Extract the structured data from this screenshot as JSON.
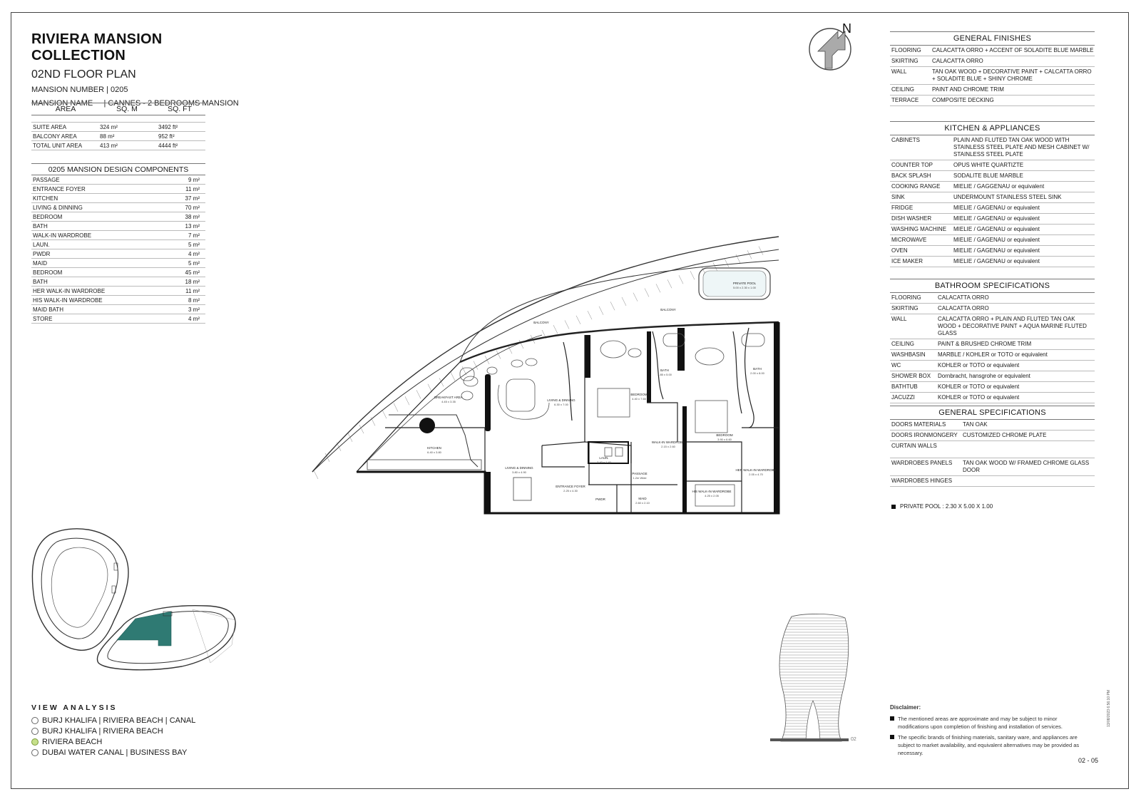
{
  "header": {
    "title": "RIVIERA MANSION COLLECTION",
    "floor": "02ND FLOOR PLAN",
    "mansion_number": "MANSION NUMBER | 0205",
    "mansion_name": "MANSION NAME     | CANNES - 2 BEDROOMS MANSION"
  },
  "area_table": {
    "headers": [
      "AREA",
      "SQ. M",
      "SQ. FT"
    ],
    "rows": [
      [
        "SUITE AREA",
        "324 m²",
        "3492 ft²"
      ],
      [
        "BALCONY AREA",
        "88 m²",
        "952 ft²"
      ],
      [
        "TOTAL UNIT AREA",
        "413 m²",
        "4444 ft²"
      ]
    ]
  },
  "components": {
    "title": "0205 MANSION DESIGN COMPONENTS",
    "rows": [
      [
        "PASSAGE",
        "9 m²"
      ],
      [
        "ENTRANCE FOYER",
        "11 m²"
      ],
      [
        "KITCHEN",
        "37 m²"
      ],
      [
        "LIVING & DINNING",
        "70 m²"
      ],
      [
        "BEDROOM",
        "38 m²"
      ],
      [
        "BATH",
        "13 m²"
      ],
      [
        "WALK-IN WARDROBE",
        "7 m²"
      ],
      [
        "LAUN.",
        "5 m²"
      ],
      [
        "PWDR",
        "4 m²"
      ],
      [
        "MAID",
        "5 m²"
      ],
      [
        "BEDROOM",
        "45 m²"
      ],
      [
        "BATH",
        "18 m²"
      ],
      [
        "HER WALK-IN WARDROBE",
        "11 m²"
      ],
      [
        "HIS WALK-IN WARDROBE",
        "8 m²"
      ],
      [
        "MAID BATH",
        "3 m²"
      ],
      [
        "STORE",
        "4 m²"
      ]
    ]
  },
  "view_analysis": {
    "title": "VIEW ANALYSIS",
    "items": [
      {
        "label": "BURJ KHALIFA | RIVIERA BEACH | CANAL",
        "selected": false
      },
      {
        "label": "BURJ KHALIFA | RIVIERA BEACH",
        "selected": false
      },
      {
        "label": "RIVIERA BEACH",
        "selected": true
      },
      {
        "label": "DUBAI WATER CANAL | BUSINESS BAY",
        "selected": false
      }
    ]
  },
  "compass": {
    "label": "N",
    "icon": "north-arrow-icon"
  },
  "general_finishes": {
    "title": "GENERAL FINISHES",
    "rows": [
      [
        "FLOORING",
        "CALACATTA ORRO + ACCENT OF SOLADITE BLUE MARBLE"
      ],
      [
        "SKIRTING",
        "CALACATTA ORRO"
      ],
      [
        "WALL",
        "TAN OAK WOOD + DECORATIVE PAINT + CALCATTA ORRO + SOLADITE BLUE + SHINY CHROME"
      ],
      [
        "CEILING",
        "PAINT AND CHROME TRIM"
      ],
      [
        "TERRACE",
        "COMPOSITE DECKING"
      ]
    ]
  },
  "kitchen": {
    "title": "KITCHEN & APPLIANCES",
    "rows": [
      [
        "CABINETS",
        "PLAIN AND FLUTED TAN OAK WOOD WITH STAINLESS STEEL PLATE AND MESH CABINET W/ STAINLESS STEEL PLATE"
      ],
      [
        "COUNTER TOP",
        "OPUS WHITE QUARTIZTE"
      ],
      [
        "BACK SPLASH",
        "SODALITE BLUE MARBLE"
      ],
      [
        "COOKING RANGE",
        "MIELIE / GAGGENAU or equivalent"
      ],
      [
        "SINK",
        "UNDERMOUNT STAINLESS STEEL SINK"
      ],
      [
        "FRIDGE",
        "MIELIE / GAGENAU or equivalent"
      ],
      [
        "DISH WASHER",
        "MIELIE / GAGENAU or equivalent"
      ],
      [
        "WASHING MACHINE",
        "MIELIE / GAGENAU or equivalent"
      ],
      [
        "MICROWAVE",
        "MIELIE / GAGENAU or equivalent"
      ],
      [
        "OVEN",
        "MIELIE / GAGENAU or equivalent"
      ],
      [
        "ICE MAKER",
        "MIELIE / GAGENAU or equivalent"
      ]
    ]
  },
  "bathroom": {
    "title": "BATHROOM SPECIFICATIONS",
    "rows": [
      [
        "FLOORING",
        "CALACATTA ORRO"
      ],
      [
        "SKIRTING",
        "CALACATTA ORRO"
      ],
      [
        "WALL",
        "CALACATTA ORRO + PLAIN AND FLUTED TAN OAK WOOD + DECORATIVE PAINT + AQUA MARINE FLUTED GLASS"
      ],
      [
        "CEILING",
        "PAINT & BRUSHED CHROME TRIM"
      ],
      [
        "WASHBASIN",
        "MARBLE / KOHLER or TOTO or equivalent"
      ],
      [
        "WC",
        "KOHLER or TOTO or equivalent"
      ],
      [
        "SHOWER BOX",
        "Dornbracht, hansgrohe or equivalent"
      ],
      [
        "BATHTUB",
        "KOHLER or TOTO or equivalent"
      ],
      [
        "JACUZZI",
        "KOHLER or TOTO or equivalent"
      ]
    ]
  },
  "general_specs": {
    "title": "GENERAL SPECIFICATIONS",
    "rows": [
      [
        "DOORS MATERIALS",
        "TAN OAK"
      ],
      [
        "DOORS IRONMONGERY",
        "CUSTOMIZED CHROME PLATE"
      ],
      [
        "CURTAIN WALLS",
        ""
      ],
      [
        "WARDROBES PANELS",
        "TAN OAK WOOD W/ FRAMED CHROME GLASS DOOR"
      ],
      [
        "WARDROBES HINGES",
        ""
      ]
    ]
  },
  "pool_note": "PRIVATE POOL :  2.30 X 5.00 X 1.00",
  "disclaimer": {
    "title": "Disclaimer:",
    "items": [
      "The mentioned areas are approximate and may be subject to minor modifications  upon completion of finishing and installation of services.",
      "The specific brands of finishing materials, sanitary ware, and appliances are subject to market availability, and equivalent alternatives may be provided as necessary."
    ]
  },
  "page_number": "02 - 05",
  "stamp": "13/08/2023 6:56:10 PM",
  "tower_level": "02",
  "rooms": [
    {
      "name": "PRIVATE POOL",
      "dims": "5.00 x 2.30 x 1.00"
    },
    {
      "name": "BALCONY",
      "dims": ""
    },
    {
      "name": "BALCONY",
      "dims": ""
    },
    {
      "name": "BREAKFAST AREA",
      "dims": "4.45 x 3.35"
    },
    {
      "name": "LIVING & DINNING",
      "dims": "6.30 x 7.00"
    },
    {
      "name": "BEDROOM",
      "dims": "4.40 x 7.65"
    },
    {
      "name": "BATH",
      "dims": "1.85 x 5.00"
    },
    {
      "name": "BEDROOM",
      "dims": "3.90 x 6.60"
    },
    {
      "name": "BATH",
      "dims": "2.00 x 8.00"
    },
    {
      "name": "KITCHEN",
      "dims": "6.40 x 3.80"
    },
    {
      "name": "LAUN.",
      "dims": "3.40 x 1.40"
    },
    {
      "name": "WALK-IN WARDROBE",
      "dims": "2.15 x 2.60"
    },
    {
      "name": "LIVING & DINNING",
      "dims": "3.80 x 4.90"
    },
    {
      "name": "PASSAGE",
      "dims": "1.2m Wide"
    },
    {
      "name": "ENTRANCE FOYER",
      "dims": "2.25 x 4.30"
    },
    {
      "name": "HER WALK-IN WARDROBE",
      "dims": "2.05 x 4.70"
    },
    {
      "name": "HIS WALK-IN WARDROBE",
      "dims": "4.25 x 2.05"
    },
    {
      "name": "PWDR",
      "dims": ""
    },
    {
      "name": "MAID",
      "dims": "2.60 x 2.10"
    }
  ],
  "colors": {
    "highlight": "#2f7a73",
    "selected_view": "#c6e08a"
  }
}
